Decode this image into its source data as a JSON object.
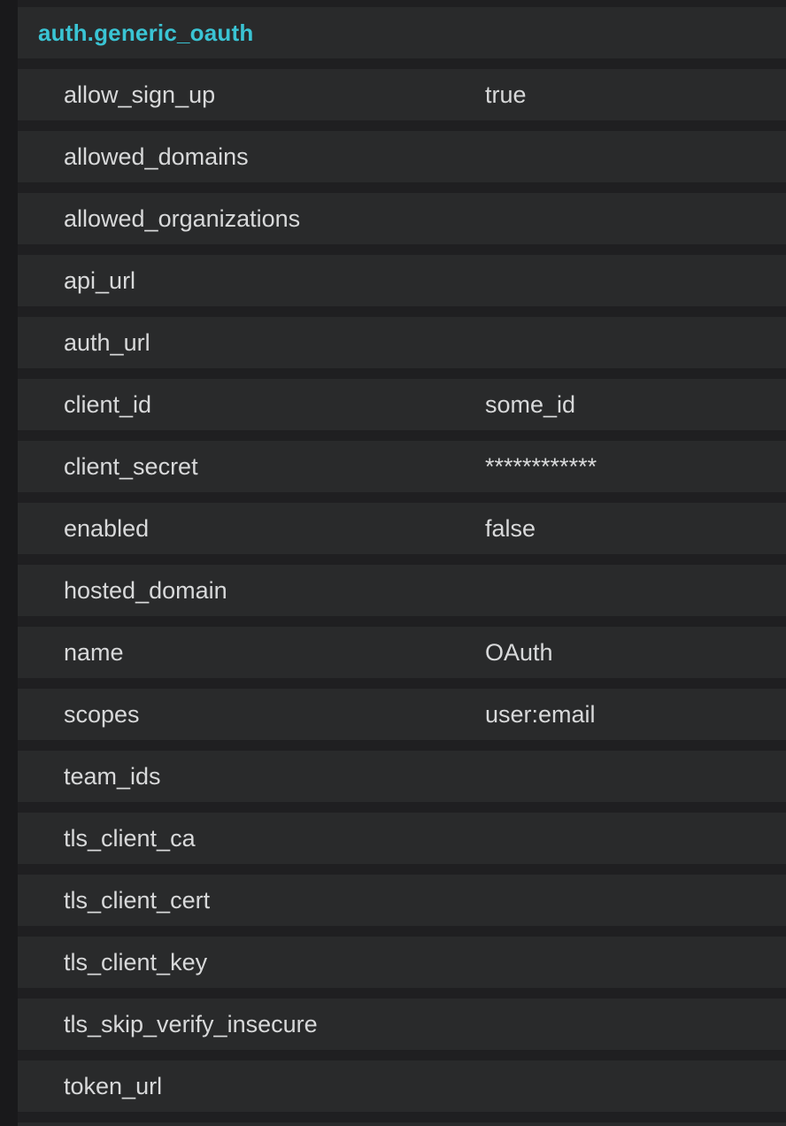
{
  "theme": {
    "page_bg": "#19191b",
    "table_bg": "#1f1f21",
    "row_bg": "#292a2b",
    "text_color": "#d8d9da",
    "section_title_color": "#3ac4d4"
  },
  "section": {
    "title": "auth.generic_oauth"
  },
  "settings": [
    {
      "key": "allow_sign_up",
      "value": "true"
    },
    {
      "key": "allowed_domains",
      "value": ""
    },
    {
      "key": "allowed_organizations",
      "value": ""
    },
    {
      "key": "api_url",
      "value": ""
    },
    {
      "key": "auth_url",
      "value": ""
    },
    {
      "key": "client_id",
      "value": "some_id"
    },
    {
      "key": "client_secret",
      "value": "************"
    },
    {
      "key": "enabled",
      "value": "false"
    },
    {
      "key": "hosted_domain",
      "value": ""
    },
    {
      "key": "name",
      "value": "OAuth"
    },
    {
      "key": "scopes",
      "value": "user:email"
    },
    {
      "key": "team_ids",
      "value": ""
    },
    {
      "key": "tls_client_ca",
      "value": ""
    },
    {
      "key": "tls_client_cert",
      "value": ""
    },
    {
      "key": "tls_client_key",
      "value": ""
    },
    {
      "key": "tls_skip_verify_insecure",
      "value": ""
    },
    {
      "key": "token_url",
      "value": ""
    }
  ]
}
